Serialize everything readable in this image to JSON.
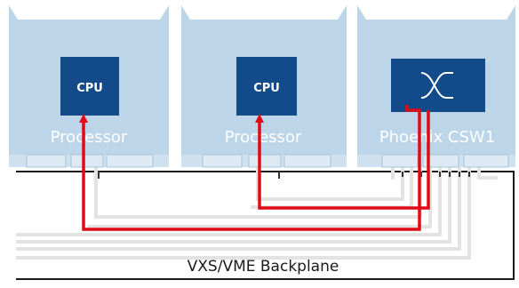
{
  "colors": {
    "card": "#bcd5e8",
    "card_edge": "#a9c4d9",
    "chip": "#124a8a",
    "bus": "#e8e8e8",
    "route": "#e20a16",
    "backplane_border": "#1b1b1b",
    "text_white": "#ffffff",
    "text_dark": "#1a1a1a"
  },
  "cards": [
    {
      "label": "Processor",
      "chip_label": "CPU",
      "chip_icon": ""
    },
    {
      "label": "Processor",
      "chip_label": "CPU",
      "chip_icon": ""
    },
    {
      "label": "Phoenix CSW1",
      "chip_label": "",
      "chip_icon": "switch-cross-icon"
    }
  ],
  "backplane": {
    "label": "VXS/VME Backplane"
  }
}
